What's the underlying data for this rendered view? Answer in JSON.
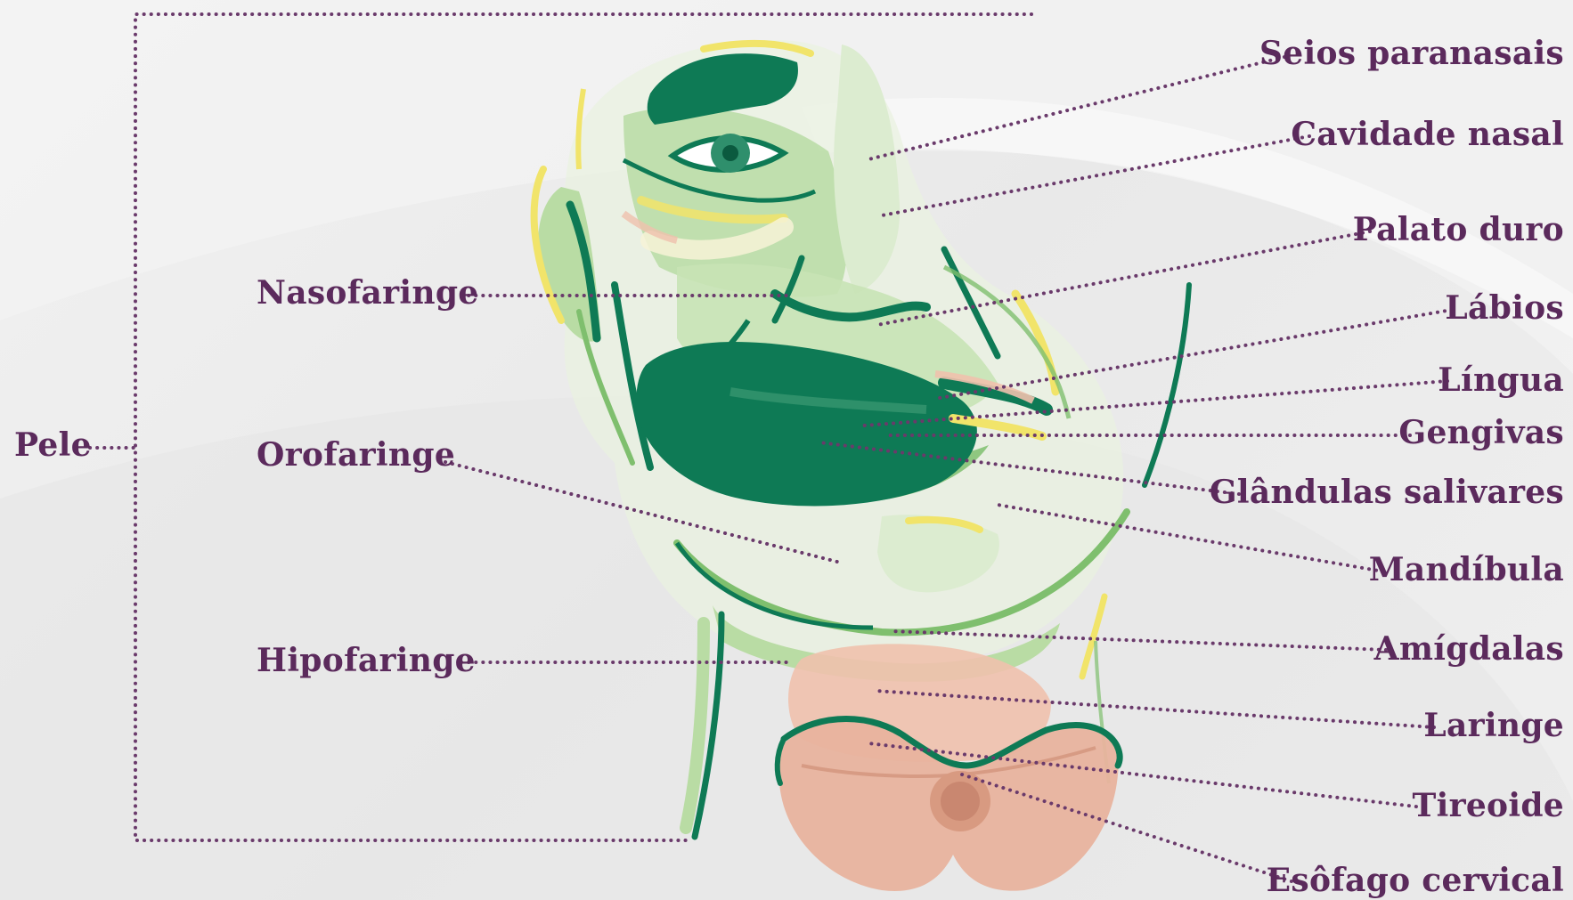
{
  "colors": {
    "label_text": "#5b2a5c",
    "leader_line": "#6a3a6b",
    "background": "#eeeeee",
    "green_dark": "#0e7a55",
    "green_mid": "#7fbf6e",
    "green_light": "#b9dca4",
    "green_pale": "#d9ecc9",
    "yellow": "#f1e46a",
    "pink": "#efc1ad"
  },
  "labels": {
    "skin": "Pele",
    "nasopharynx": "Nasofaringe",
    "oropharynx": "Orofaringe",
    "hypopharynx": "Hipofaringe",
    "paranasal_sinuses": "Seios paranasais",
    "nasal_cavity": "Cavidade nasal",
    "hard_palate": "Palato duro",
    "lips": "Lábios",
    "tongue": "Língua",
    "gums": "Gengivas",
    "salivary_glands": "Glândulas salivares",
    "mandible": "Mandíbula",
    "tonsils": "Amígdalas",
    "larynx": "Laringe",
    "thyroid": "Tireoide",
    "cervical_esophagus": "Esôfago cervical"
  }
}
